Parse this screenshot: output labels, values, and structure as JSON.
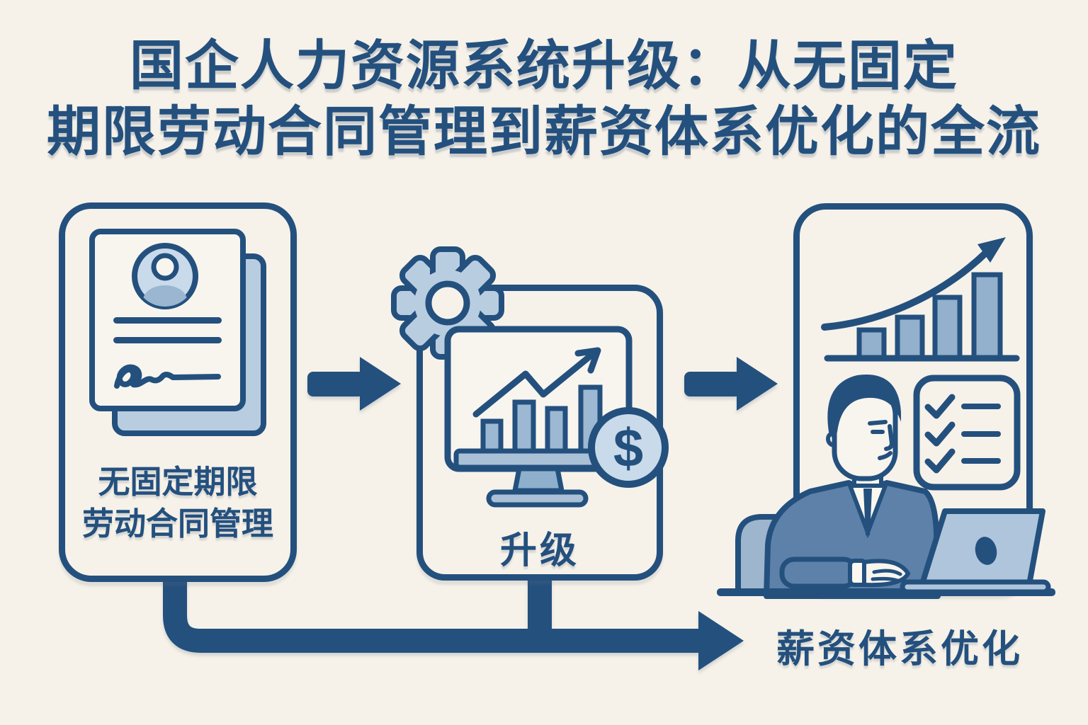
{
  "title": {
    "line1": "国企人力资源系统升级：从无固定",
    "line2": "期限劳动合同管理到薪资体系优化的全流"
  },
  "colors": {
    "background": "#f6f2e9",
    "ink": "#24507e",
    "light_blue": "#b9cde1",
    "medium_blue": "#9ab6d0",
    "pale_blue": "#c9daea",
    "suit_blue": "#5d81a9",
    "chair_blue": "#9db6ce",
    "laptop_blue": "#aec5db",
    "paper": "#f8f5ee"
  },
  "flow": {
    "step1": {
      "icon": "contract-document-icon",
      "label_line1": "无固定期限",
      "label_line2": "劳动合同管理"
    },
    "connector1": {
      "icon": "right-arrow-icon"
    },
    "step2": {
      "icons": [
        "gear-icon",
        "monitor-growth-chart-icon",
        "dollar-coin-icon"
      ],
      "coin_symbol": "$",
      "label": "升级"
    },
    "connector2": {
      "icon": "right-arrow-icon"
    },
    "step3": {
      "icons": [
        "growth-bars-icon",
        "checklist-icon",
        "person-laptop-icon"
      ],
      "label": "薪资体系优化"
    },
    "bottom_connector": {
      "icon": "elbow-flow-arrow-icon"
    }
  }
}
